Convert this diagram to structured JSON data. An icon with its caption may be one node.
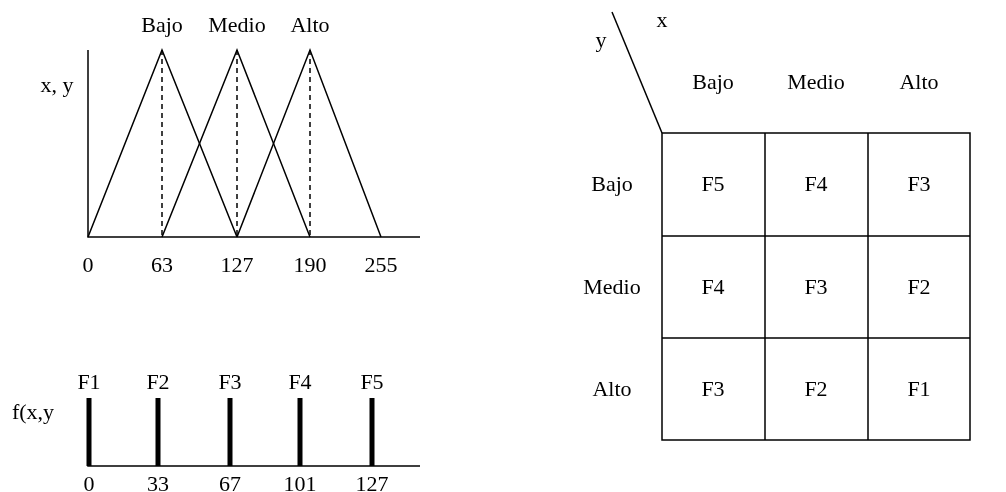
{
  "diagram": {
    "labels": [
      "Bajo",
      "Medio",
      "Alto",
      "x, y",
      "0",
      "63",
      "127",
      "190",
      "255",
      "F1",
      "F2",
      "F3",
      "F4",
      "F5",
      "f(x,y",
      "0",
      "33",
      "67",
      "101",
      "127",
      "x",
      "y",
      "Bajo",
      "Medio",
      "Alto",
      "Bajo",
      "F5",
      "F4",
      "F3",
      "Medio",
      "F4",
      "F3",
      "F2",
      "Alto",
      "F3",
      "F2",
      "F1"
    ]
  }
}
